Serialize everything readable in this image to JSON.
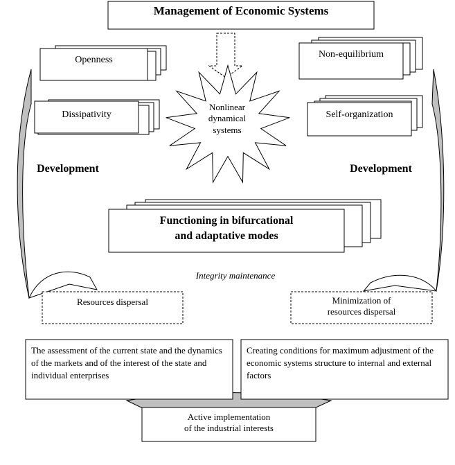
{
  "title": "Management of Economic Systems",
  "properties": {
    "openness": "Openness",
    "non_equilibrium": "Non-equilibrium",
    "dissipativity": "Dissipativity",
    "self_organization": "Self-organization"
  },
  "center_star": [
    "Nonlinear",
    "dynamical",
    "systems"
  ],
  "development_left": "Development",
  "development_right": "Development",
  "functioning": [
    "Functioning in bifurcational",
    "and adaptative modes"
  ],
  "integrity": "Integrity maintenance",
  "resources_dispersal": "Resources dispersal",
  "minimization": [
    "Minimization of",
    "resources dispersal"
  ],
  "assessment": "The assessment of the current state and the dynamics of the markets and of the interest of the state and individual enterprises",
  "creating_conditions": "Creating conditions for maximum adjustment of the economic systems structure to internal and external factors",
  "active": [
    "Active implementation",
    "of the industrial interests"
  ],
  "colors": {
    "line": "#000000",
    "shade": "#c0c0c0",
    "background": "#ffffff"
  }
}
